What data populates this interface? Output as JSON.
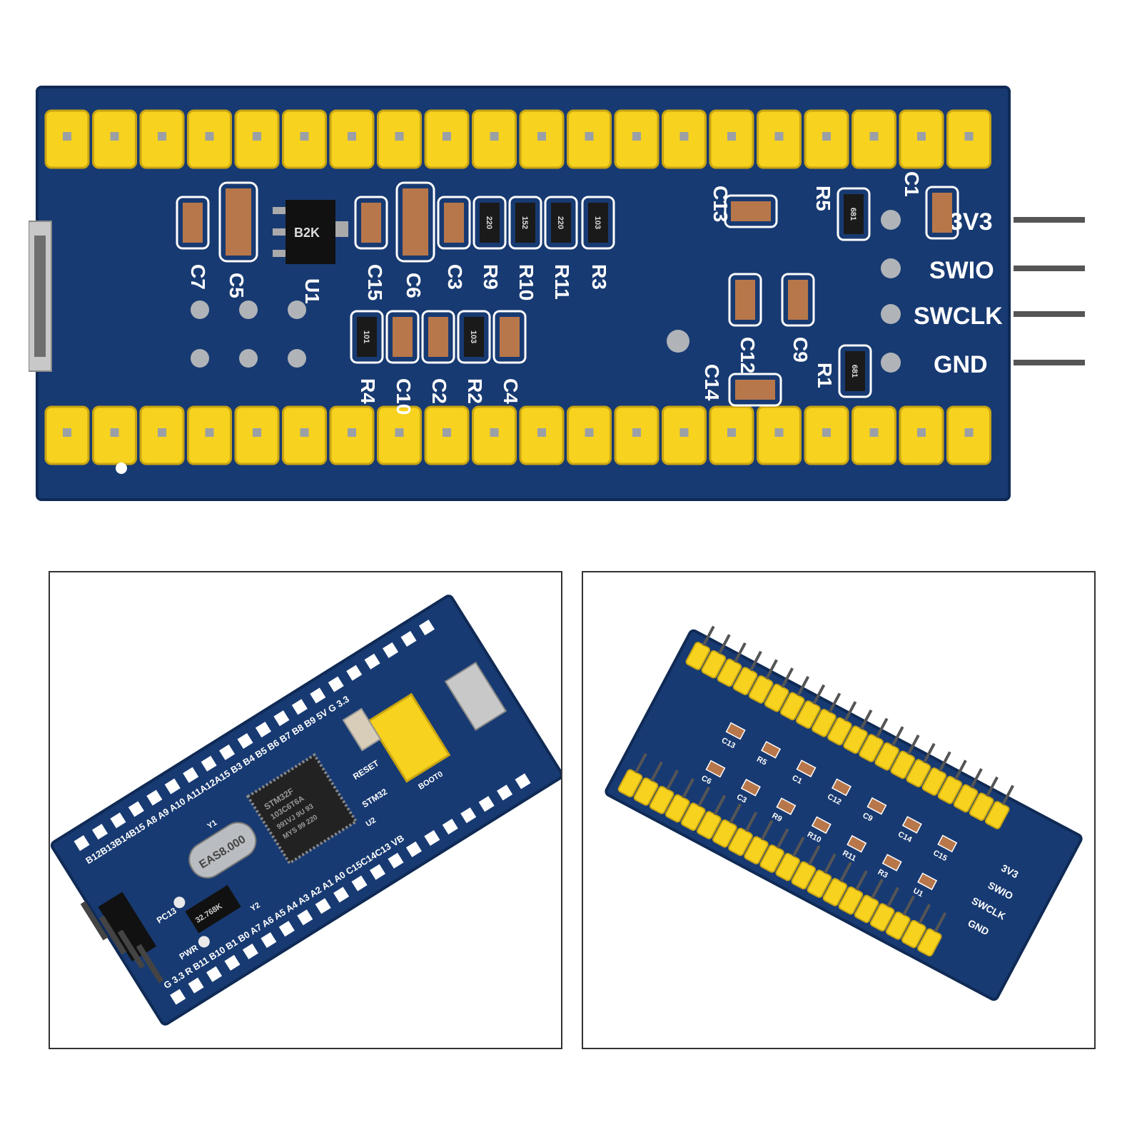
{
  "colors": {
    "pcb": "#183a72",
    "pcb_edge": "#0f2a55",
    "header_yellow": "#f7d21e",
    "header_shadow": "#c9a512",
    "pin_metal": "#9aa0a6",
    "silkscreen": "#ffffff",
    "smd_body": "#b7774a",
    "smd_cap": "#c9c2b0",
    "resistor": "#1a1a1a"
  },
  "top_board": {
    "debug_pins": [
      "3V3",
      "SWIO",
      "SWCLK",
      "GND"
    ],
    "upper_components": [
      {
        "label": "C7"
      },
      {
        "label": "C5"
      },
      {
        "label": "U1"
      },
      {
        "label": "C15"
      },
      {
        "label": "C6"
      },
      {
        "label": "C3"
      },
      {
        "label": "R9",
        "marking": "220"
      },
      {
        "label": "R10",
        "marking": "152"
      },
      {
        "label": "R11",
        "marking": "220"
      },
      {
        "label": "R3",
        "marking": "103"
      }
    ],
    "lower_components": [
      {
        "label": "R4",
        "marking": "101"
      },
      {
        "label": "C10"
      },
      {
        "label": "C2"
      },
      {
        "label": "R2",
        "marking": "103"
      },
      {
        "label": "C4"
      }
    ],
    "right_components": [
      {
        "label": "C13"
      },
      {
        "label": "R5",
        "marking": "681"
      },
      {
        "label": "C1"
      },
      {
        "label": "C12"
      },
      {
        "label": "C9"
      },
      {
        "label": "C14"
      },
      {
        "label": "R1",
        "marking": "681"
      }
    ],
    "u1_marking": "B2K",
    "header_pins_per_row": 20
  },
  "front_board": {
    "chip_lines": [
      "STM32F",
      "103C6T6A",
      "991VJ 9U 93",
      "MYS 99 220"
    ],
    "crystal_marking": "EAS8.000",
    "rtc_crystal_marking": "32.768K",
    "labels": {
      "reset": "RESET",
      "stm32": "STM32",
      "boot": "BOOT0",
      "pwr": "PWR",
      "pc13": "PC13",
      "u2": "U2",
      "y2": "Y2",
      "y1": "Y1"
    },
    "top_row_labels": "B12B13B14B15 A8 A9 A10 A11A12A15 B3 B4 B5 B6 B7 B8 B9 5V G 3.3",
    "bottom_row_labels": "G 3.3 R B11 B10 B1 B0 A7 A6 A5 A4 A3 A2 A1 A0 C15C14C13 VB"
  },
  "back_board_small": {
    "debug_labels": [
      "3V3",
      "SWIO",
      "SWCLK",
      "GND"
    ],
    "component_labels": [
      "C13",
      "R5",
      "C1",
      "C12",
      "C9",
      "C14",
      "C15",
      "C6",
      "C3",
      "R9",
      "R10",
      "R11",
      "R3",
      "U1"
    ]
  }
}
